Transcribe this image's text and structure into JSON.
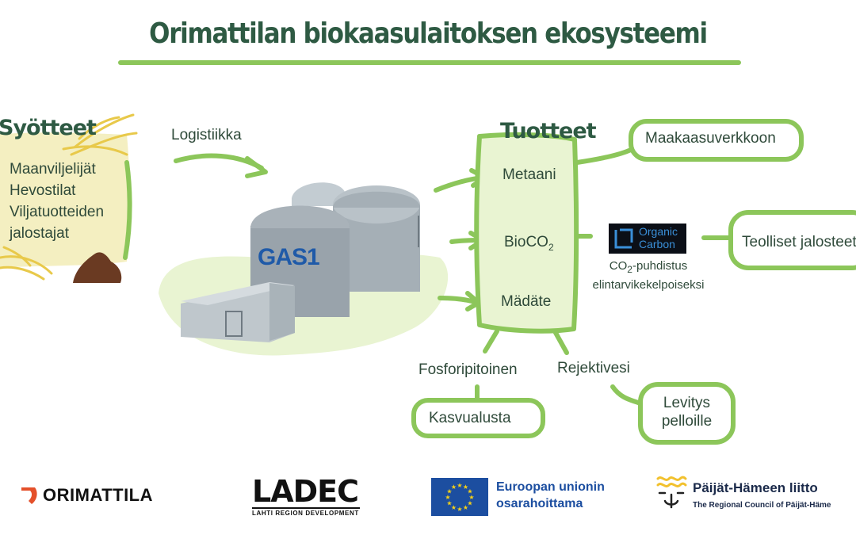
{
  "title": "Orimattilan biokaasulaitoksen ekosysteemi",
  "inputs": {
    "header": "Syötteet",
    "items": [
      "Maanviljelijät",
      "Hevostilat",
      "Viljatuotteiden",
      "jalostajat"
    ]
  },
  "logistics": "Logistiikka",
  "plant_logo": "GAS1",
  "products": {
    "header": "Tuotteet",
    "methane": "Metaani",
    "bioco2_main": "BioCO",
    "bioco2_sub": "2",
    "digestate": "Mädäte"
  },
  "gas_grid": "Maakaasuverkkoon",
  "organic_carbon": {
    "line1": "Organic",
    "line2": "Carbon"
  },
  "co2_cleaning": {
    "co": "CO",
    "sub": "2",
    "rest": "-puhdistus",
    "line2": "elintarvikekelpoiseksi"
  },
  "industrial": "Teolliset jalosteet",
  "phosphorus": "Fosforipitoinen",
  "reject_water": "Rejektivesi",
  "growing_medium": "Kasvualusta",
  "field_spreading": {
    "line1": "Levitys",
    "line2": "pelloille"
  },
  "logos": {
    "orimattila": "ORIMATTILA",
    "ladec": "LADEC",
    "ladec_sub": "LAHTI REGION DEVELOPMENT",
    "eu_line1": "Euroopan unionin",
    "eu_line2": "osarahoittama",
    "paijat_line1": "Päijät-Hämeen liitto",
    "paijat_line2": "The Regional Council of Päijät-Häme"
  },
  "colors": {
    "green": "#8cc65a",
    "dark_green": "#2e5a43",
    "beige": "#f4efc1",
    "pale_green": "#e9f4d2",
    "eu_blue": "#1c4ea0",
    "eu_yellow": "#f7d117"
  }
}
